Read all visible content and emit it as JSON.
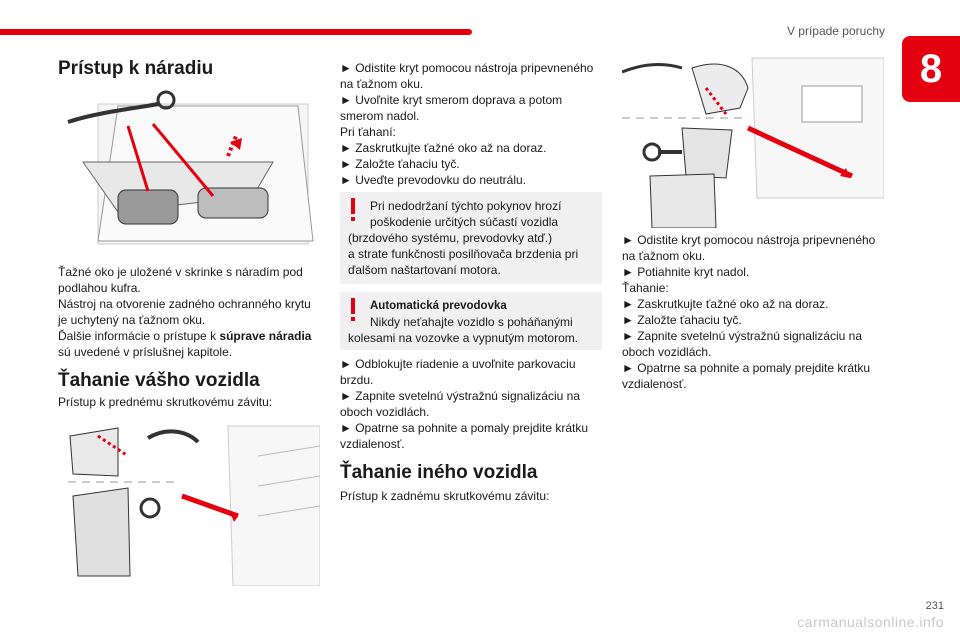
{
  "header": {
    "section_title": "V prípade poruchy",
    "chapter_number": "8",
    "accent_color": "#e3000f"
  },
  "col1": {
    "heading": "Prístup k náradiu",
    "text_lines": [
      "Ťažné oko je uložené v skrinke s náradím pod",
      "podlahou kufra.",
      "Nástroj na otvorenie zadného ochranného krytu",
      "je uchytený na ťažnom oku."
    ],
    "more_prefix": "Ďalšie informácie o prístupe k ",
    "more_bold": "súprave náradia",
    "more_suffix": "sú uvedené v príslušnej kapitole.",
    "heading2": "Ťahanie vášho vozidla",
    "sub_text": "Prístup k prednému skrutkovému závitu:"
  },
  "col2": {
    "steps_a": [
      "► Odistite kryt pomocou nástroja pripevneného",
      "na ťažnom oku.",
      "► Uvoľnite kryt smerom doprava a potom",
      "smerom nadol.",
      "Pri ťahaní:",
      "► Zaskrutkujte ťažné oko až na doraz.",
      "► Založte ťahaciu tyč.",
      "► Uveďte prevodovku do neutrálu."
    ],
    "warning1": [
      "Pri nedodržaní týchto pokynov hrozí",
      "poškodenie určitých súčastí vozidla",
      "(brzdového systému, prevodovky atď.)",
      "a strate funkčnosti posilňovača brzdenia pri",
      "ďalšom naštartovaní motora."
    ],
    "warning2_title": "Automatická prevodovka",
    "warning2": [
      "Nikdy neťahajte vozidlo s poháňanými",
      "kolesami na vozovke a vypnutým motorom."
    ],
    "steps_b": [
      "► Odblokujte riadenie a uvoľnite parkovaciu",
      "brzdu.",
      "► Zapnite svetelnú výstražnú signalizáciu na",
      "oboch vozidlách.",
      "► Opatrne sa pohnite a pomaly prejdite krátku",
      "vzdialenosť."
    ],
    "heading": "Ťahanie iného vozidla",
    "sub_text": "Prístup k zadnému skrutkovému závitu:"
  },
  "col3": {
    "steps": [
      "► Odistite kryt pomocou nástroja pripevneného",
      "na ťažnom oku.",
      "► Potiahnite kryt nadol.",
      "Ťahanie:",
      "► Zaskrutkujte ťažné oko až na doraz.",
      "► Založte ťahaciu tyč.",
      "► Zapnite svetelnú výstražnú signalizáciu na",
      "oboch vozidlách.",
      "► Opatrne sa pohnite a pomaly prejdite krátku",
      "vzdialenosť."
    ]
  },
  "footer": {
    "page_number": "231",
    "watermark": "carmanualsonline.info"
  }
}
